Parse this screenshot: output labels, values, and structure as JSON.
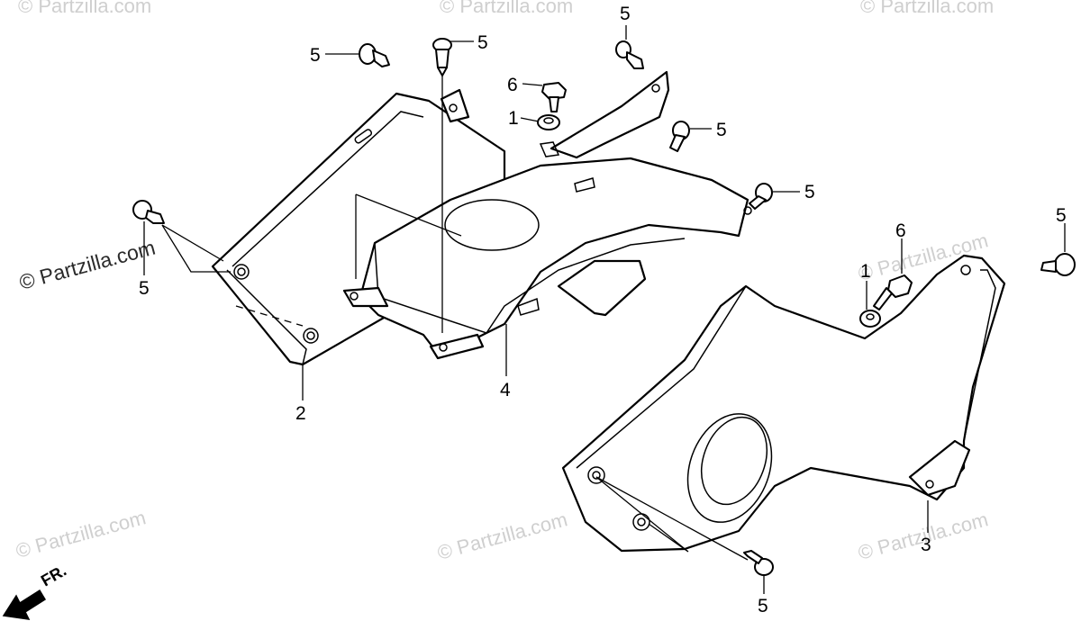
{
  "watermarks": {
    "faint": "© Partzilla.com",
    "strong": "© Partzilla.com"
  },
  "callouts": {
    "c5_top_left": "5",
    "c5_top_mid": "5",
    "c5_top_right": "5",
    "c6_top": "6",
    "c1_top": "1",
    "c5_right_upper": "5",
    "c5_right_mid": "5",
    "c5_left": "5",
    "c2": "2",
    "c4": "4",
    "c5_far_right": "5",
    "c6_right": "6",
    "c1_right": "1",
    "c3": "3",
    "c5_bottom": "5"
  },
  "direction": {
    "label": "FR."
  },
  "colors": {
    "line": "#000000",
    "watermark": "#cfcfcf",
    "background": "#ffffff"
  }
}
